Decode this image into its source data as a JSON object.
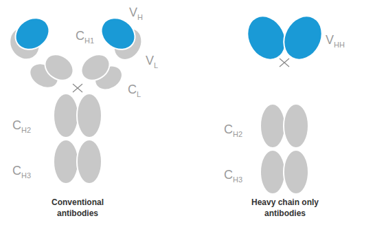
{
  "diagram": {
    "labels": [
      "VH",
      "CH1",
      "VL",
      "CL",
      "CH2",
      "CH3",
      "Conventional antibodies",
      "VHH",
      "CH2",
      "CH3",
      "Heavy chain only antibodies"
    ]
  }
}
